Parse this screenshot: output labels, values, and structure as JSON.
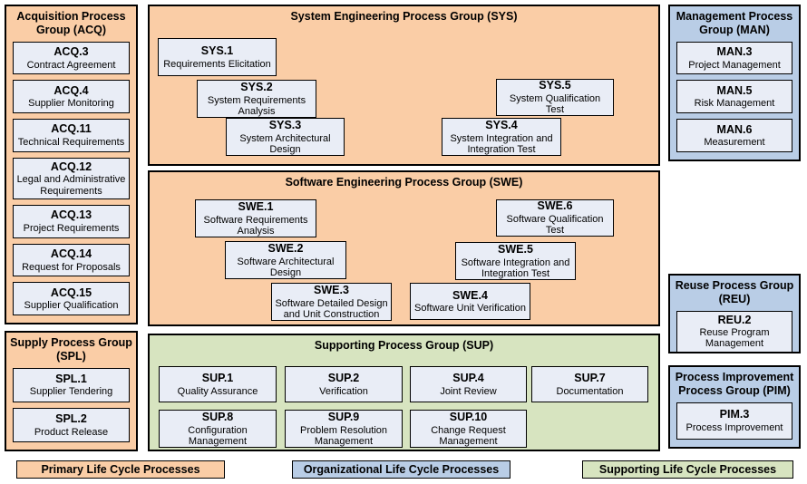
{
  "colors": {
    "primary": "#FACDA6",
    "organizational": "#B9CDE6",
    "supporting": "#D7E4C0",
    "box": "#E9EDF6",
    "border": "#000000"
  },
  "groups": {
    "acq": {
      "title": "Acquisition Process Group (ACQ)",
      "items": [
        {
          "code": "ACQ.3",
          "name": "Contract Agreement"
        },
        {
          "code": "ACQ.4",
          "name": "Supplier Monitoring"
        },
        {
          "code": "ACQ.11",
          "name": "Technical Requirements"
        },
        {
          "code": "ACQ.12",
          "name": "Legal and Administrative Requirements"
        },
        {
          "code": "ACQ.13",
          "name": "Project Requirements"
        },
        {
          "code": "ACQ.14",
          "name": "Request for Proposals"
        },
        {
          "code": "ACQ.15",
          "name": "Supplier Qualification"
        }
      ]
    },
    "spl": {
      "title": "Supply Process Group (SPL)",
      "items": [
        {
          "code": "SPL.1",
          "name": "Supplier Tendering"
        },
        {
          "code": "SPL.2",
          "name": "Product Release"
        }
      ]
    },
    "sys": {
      "title": "System Engineering Process Group (SYS)",
      "items": [
        {
          "code": "SYS.1",
          "name": "Requirements Elicitation"
        },
        {
          "code": "SYS.2",
          "name": "System Requirements Analysis"
        },
        {
          "code": "SYS.3",
          "name": "System Architectural Design"
        },
        {
          "code": "SYS.4",
          "name": "System Integration and Integration Test"
        },
        {
          "code": "SYS.5",
          "name": "System Qualification Test"
        }
      ]
    },
    "swe": {
      "title": "Software Engineering Process Group (SWE)",
      "items": [
        {
          "code": "SWE.1",
          "name": "Software Requirements Analysis"
        },
        {
          "code": "SWE.2",
          "name": "Software Architectural Design"
        },
        {
          "code": "SWE.3",
          "name": "Software Detailed Design and Unit Construction"
        },
        {
          "code": "SWE.4",
          "name": "Software Unit Verification"
        },
        {
          "code": "SWE.5",
          "name": "Software Integration and Integration Test"
        },
        {
          "code": "SWE.6",
          "name": "Software Qualification Test"
        }
      ]
    },
    "sup": {
      "title": "Supporting Process Group (SUP)",
      "items": [
        {
          "code": "SUP.1",
          "name": "Quality Assurance"
        },
        {
          "code": "SUP.2",
          "name": "Verification"
        },
        {
          "code": "SUP.4",
          "name": "Joint Review"
        },
        {
          "code": "SUP.7",
          "name": "Documentation"
        },
        {
          "code": "SUP.8",
          "name": "Configuration Management"
        },
        {
          "code": "SUP.9",
          "name": "Problem Resolution Management"
        },
        {
          "code": "SUP.10",
          "name": "Change Request Management"
        }
      ]
    },
    "man": {
      "title": "Management Process Group (MAN)",
      "items": [
        {
          "code": "MAN.3",
          "name": "Project Management"
        },
        {
          "code": "MAN.5",
          "name": "Risk Management"
        },
        {
          "code": "MAN.6",
          "name": "Measurement"
        }
      ]
    },
    "reu": {
      "title": "Reuse Process Group (REU)",
      "items": [
        {
          "code": "REU.2",
          "name": "Reuse Program Management"
        }
      ]
    },
    "pim": {
      "title": "Process Improvement Process Group (PIM)",
      "items": [
        {
          "code": "PIM.3",
          "name": "Process Improvement"
        }
      ]
    }
  },
  "legend": {
    "primary": "Primary Life Cycle Processes",
    "organizational": "Organizational Life Cycle Processes",
    "supporting": "Supporting Life Cycle Processes"
  }
}
